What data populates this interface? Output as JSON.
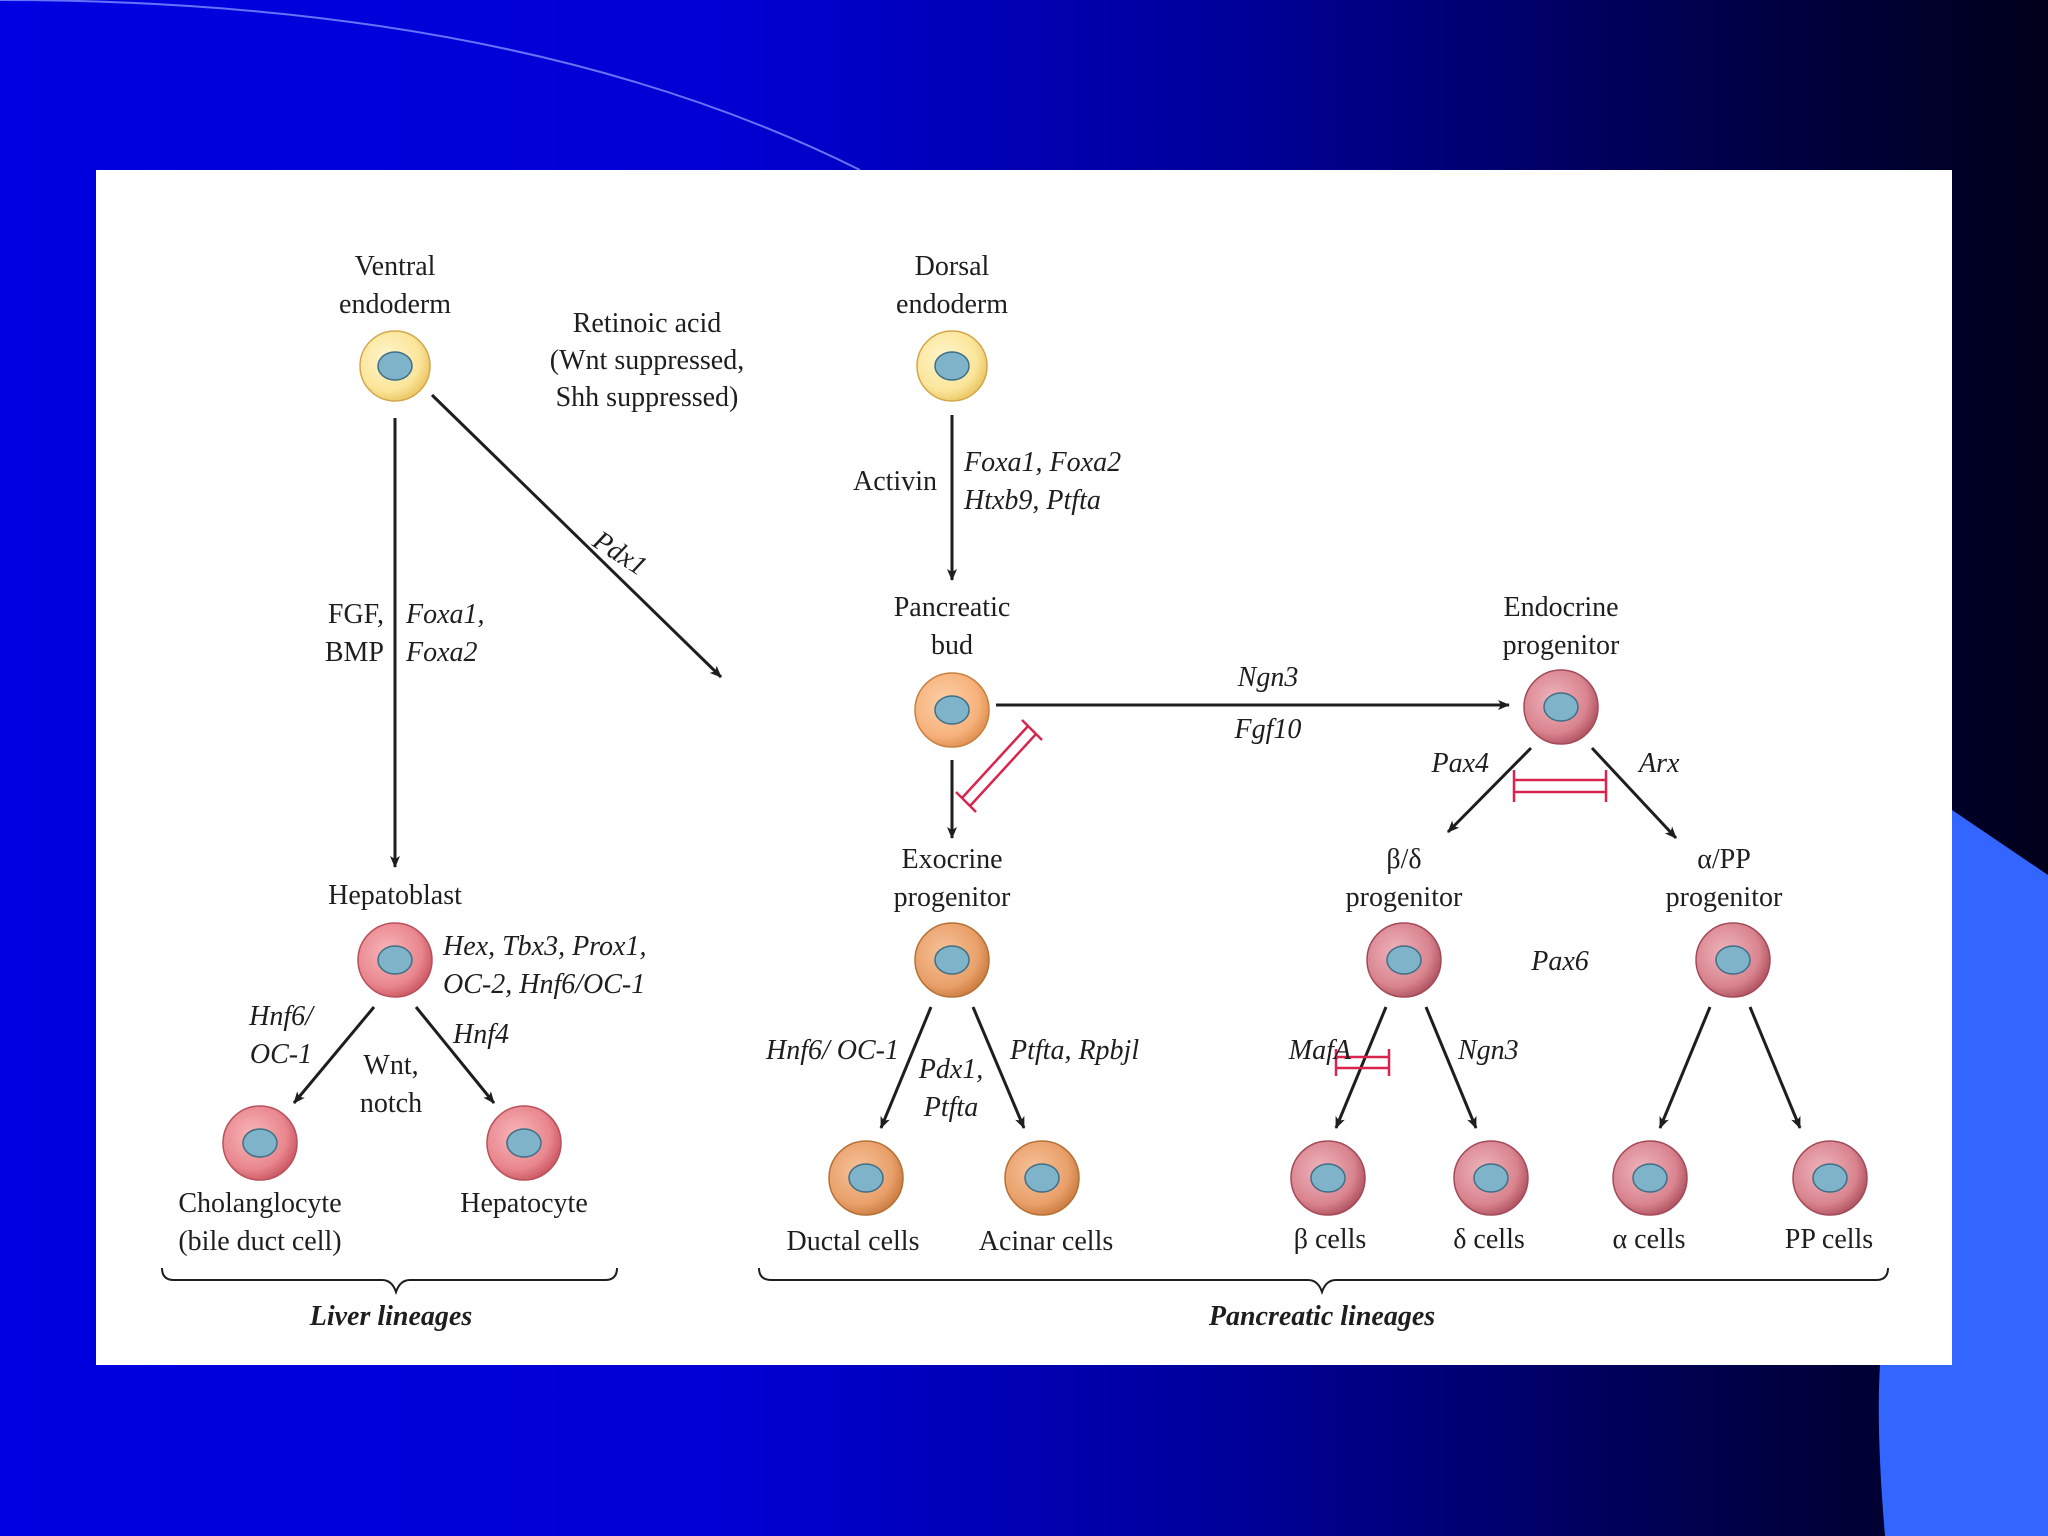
{
  "colors": {
    "background_blue": "#0000e0",
    "accent_light_blue": "#3366ff",
    "cell_yellow": "#fbe59a",
    "cell_orange_light": "#f7b27c",
    "cell_orange": "#e9a06a",
    "cell_red": "#e9868e",
    "cell_pink": "#d9848f",
    "nucleus": "#7fb3c9",
    "inhibition": "#d9254e",
    "arrow": "#1e1e1e"
  },
  "nodes": {
    "ventral": [
      "Ventral",
      "endoderm"
    ],
    "dorsal": [
      "Dorsal",
      "endoderm"
    ],
    "pancreatic_bud": [
      "Pancreatic",
      "bud"
    ],
    "endocrine": [
      "Endocrine",
      "progenitor"
    ],
    "exocrine": [
      "Exocrine",
      "progenitor"
    ],
    "hepatoblast": "Hepatoblast",
    "beta_delta": [
      "β/δ",
      "progenitor"
    ],
    "alpha_pp": [
      "α/PP",
      "progenitor"
    ],
    "cholangiocyte": [
      "Cholanglocyte",
      "(bile duct cell)"
    ],
    "hepatocyte": "Hepatocyte",
    "ductal": "Ductal cells",
    "acinar": "Acinar cells",
    "beta": "β cells",
    "delta": "δ cells",
    "alpha": "α cells",
    "pp": "PP cells"
  },
  "labels": {
    "retinoic": [
      "Retinoic acid",
      "(Wnt suppressed,",
      "Shh suppressed)"
    ],
    "pdx1": "Pdx1",
    "activin": "Activin",
    "dorsal_genes": [
      "Foxa1, Foxa2",
      "Htxb9, Ptfta"
    ],
    "fgf_bmp": [
      "FGF,",
      "BMP"
    ],
    "foxa": [
      "Foxa1,",
      "Foxa2"
    ],
    "ngn3_top": "Ngn3",
    "fgf10": "Fgf10",
    "pax4": "Pax4",
    "arx": "Arx",
    "pax6": "Pax6",
    "hepatoblast_genes": [
      "Hex, Tbx3, Prox1,",
      "OC-2, Hnf6/OC-1"
    ],
    "hnf6_liver": [
      "Hnf6/",
      "OC-1"
    ],
    "wnt_notch": [
      "Wnt,",
      "notch"
    ],
    "hnf4": "Hnf4",
    "hnf6_panc": "Hnf6/ OC-1",
    "pdx1_ptfta": [
      "Pdx1,",
      "Ptfta"
    ],
    "ptfta_rpbjl": "Ptfta, Rpbjl",
    "mafa": "MafA",
    "ngn3_bottom": "Ngn3"
  },
  "lineages": {
    "liver": "Liver lineages",
    "pancreatic": "Pancreatic lineages"
  }
}
